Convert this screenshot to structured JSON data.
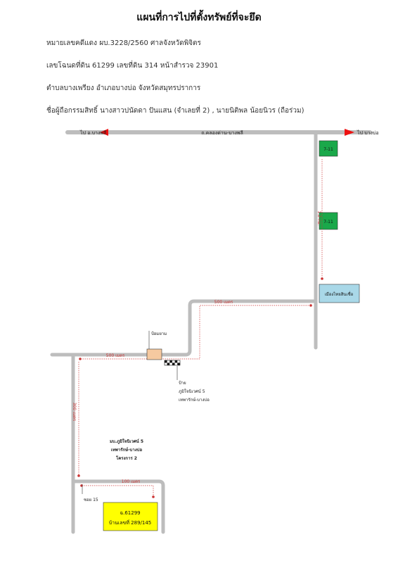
{
  "header": {
    "title": "แผนที่การไปที่ตั้งทรัพย์ที่จะยึด",
    "case_line": "หมายเลขคดีแดง ผบ.3228/2560  ศาลจังหวัดพิจิตร",
    "deed_line": "เลขโฉนดที่ดิน 61299 เลขที่ดิน 314 หน้าสำรวจ 23901",
    "location_line": "ตำบลบางเพรียง อำเภอบางบ่อ จังหวัดสมุทรปราการ",
    "owner_line": "ชื่อผู้ถือกรรมสิทธิ์  นางสาวปนัดดา   ปันแสน (จำเลยที่ 2) , นายนิติพล   น้อยนิวร (ถือร่วม)"
  },
  "map": {
    "colors": {
      "road": "#bdbdbd",
      "route": "#cc3333",
      "arrow": "#ee1111",
      "seven_eleven": "#1aa84a",
      "store": "#a9d8e8",
      "police_box": "#f6c9a0",
      "property": "#ffff00"
    },
    "top_road": {
      "left_label": "ไป อ.บางพลี",
      "center_label": "ถ.คลองด่าน-บางพลี",
      "right_label": "ไป บางบ่อ"
    },
    "seven_eleven_1": "7-11",
    "seven_eleven_2": "7-11",
    "store_label": "เมืองไทยสินเชื่อ",
    "distance_1": "1.2 กม.",
    "distance_2": "500 เมตร",
    "police_label": "ป้อมยาม",
    "distance_3": "500 เมตร",
    "sign_line1": "ป้าย",
    "sign_line2": "ภูมิใจนิเวศน์ 5",
    "sign_line3": "เทพารักษ์-บางบ่อ",
    "distance_4": "300 เมตร",
    "project_line1": "มบ.ภูมิใจนิเวศน์ 5",
    "project_line2": "เทพารักษ์-บางบ่อ",
    "project_line3": "โครงการ 2",
    "distance_5": "100 เมตร",
    "soi_label": "ซอย 15",
    "property_line1": "ฉ.61299",
    "property_line2": "บ้านเลขที่ 289/145"
  }
}
